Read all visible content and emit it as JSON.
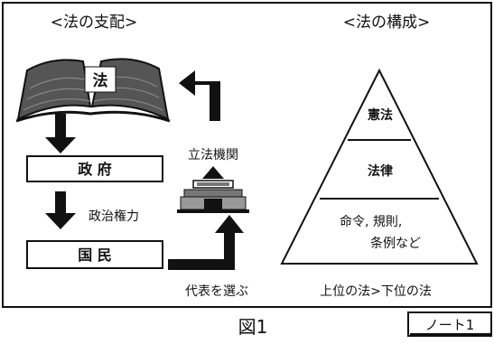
{
  "left_panel": {
    "title": "<法の支配>",
    "book_label": "法",
    "government": "政 府",
    "political_power": "政治権力",
    "citizens": "国 民",
    "legislature": "立法機関",
    "elect_representatives": "代表を選ぶ"
  },
  "right_panel": {
    "title": "<法の構成>",
    "tier_top": "憲法",
    "tier_middle": "法律",
    "tier_bottom_line1": "命令, 規則,",
    "tier_bottom_line2": "条例など",
    "hierarchy_note": "上位の法>下位の法"
  },
  "caption": "図1",
  "note_tag": "ノート1"
}
